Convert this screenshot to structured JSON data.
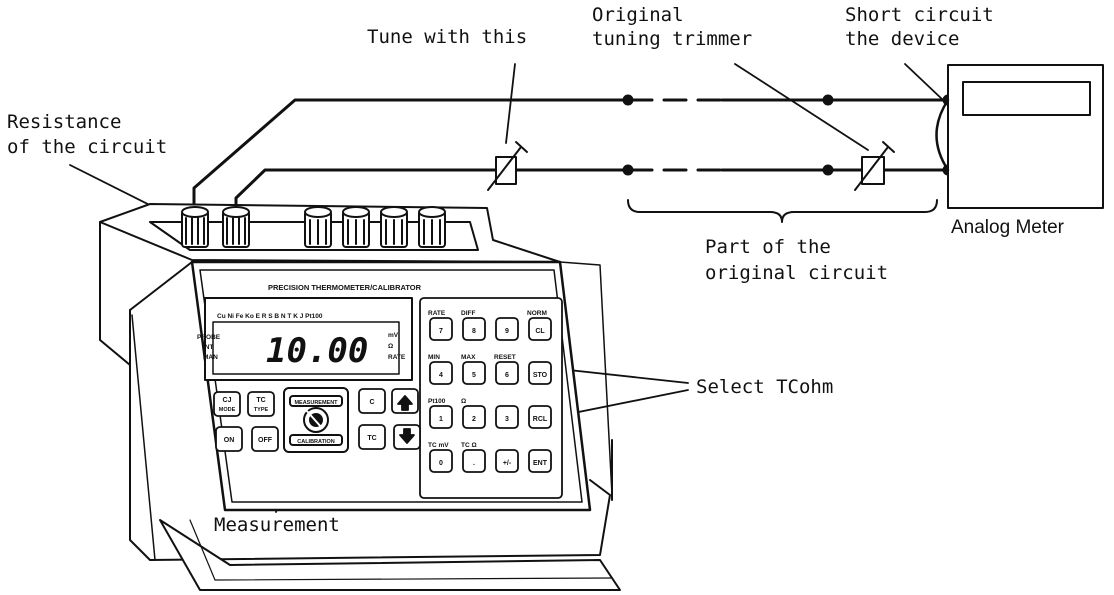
{
  "labels": {
    "tune": "Tune with this",
    "original_1": "Original",
    "original_2": "tuning trimmer",
    "short_1": "Short circuit",
    "short_2": "the device",
    "resistance_1": "Resistance",
    "resistance_2": "of the circuit",
    "analog_meter": "Analog Meter",
    "part_1": "Part of the",
    "part_2": "original circuit",
    "select": "Select TCohm",
    "measurement": "Measurement"
  },
  "device": {
    "title": "PRECISION THERMOMETER/CALIBRATOR",
    "display_value": "10.00",
    "sensor_row": "Cu Ni  Fe Ko  E    R    S    B    N    T    K    J   Pt100",
    "left_ind": [
      "PROBE",
      "INT",
      "MAN"
    ],
    "right_ind": [
      "mV",
      "Ω",
      "RATE"
    ],
    "key_top_labels": [
      "RATE",
      "DIFF",
      "NORM"
    ],
    "key_row1": [
      "7",
      "8",
      "9",
      "CL"
    ],
    "key_mid_labels": [
      "MIN",
      "MAX",
      "RESET"
    ],
    "key_row2": [
      "4",
      "5",
      "6",
      "STO"
    ],
    "key_low_labels": [
      "Pt100",
      "Ω"
    ],
    "key_row3": [
      "1",
      "2",
      "3",
      "RCL"
    ],
    "key_bot_labels": [
      "TC mV",
      "TC Ω"
    ],
    "key_row4": [
      "0",
      ".",
      "+/-",
      "ENT"
    ],
    "btn_cj": [
      "CJ",
      "MODE"
    ],
    "btn_tc": [
      "TC",
      "TYPE"
    ],
    "btn_on": "ON",
    "btn_off": "OFF",
    "knob_top": "MEASUREMENT",
    "knob_bottom": "CALIBRATION",
    "btn_c": "C",
    "btn_tc2": "TC"
  }
}
